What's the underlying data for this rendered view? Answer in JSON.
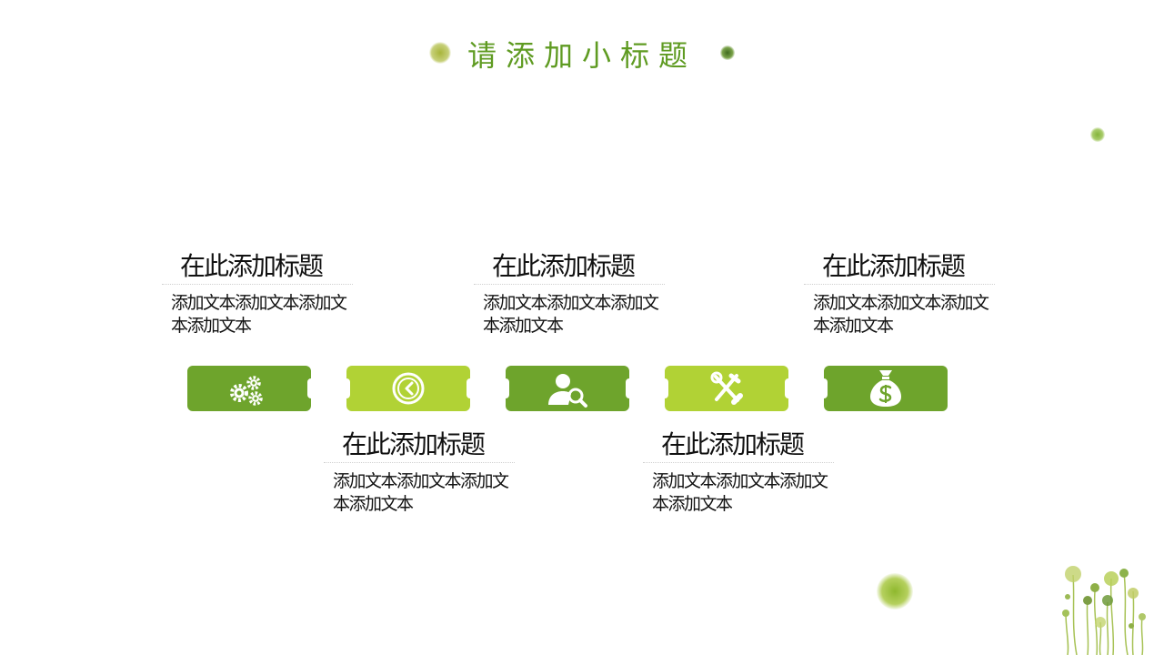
{
  "slide": {
    "title": "请添加小标题"
  },
  "steps": [
    {
      "title": "在此添加标题",
      "text": "添加文本添加文本添加文本添加文本",
      "icon": "gears-icon",
      "color": "#6ea42c"
    },
    {
      "title": "在此添加标题",
      "text": "添加文本添加文本添加文本添加文本",
      "icon": "clock-icon",
      "color": "#b1d235"
    },
    {
      "title": "在此添加标题",
      "text": "添加文本添加文本添加文本添加文本",
      "icon": "user-search-icon",
      "color": "#6ea42c"
    },
    {
      "title": "在此添加标题",
      "text": "添加文本添加文本添加文本添加文本",
      "icon": "tools-icon",
      "color": "#b1d235"
    },
    {
      "title": "在此添加标题",
      "text": "添加文本添加文本添加文本添加文本",
      "icon": "money-bag-icon",
      "color": "#6ea42c"
    }
  ],
  "colors": {
    "accent_dark": "#6ea42c",
    "accent_light": "#b1d235",
    "title": "#5f9b22"
  }
}
